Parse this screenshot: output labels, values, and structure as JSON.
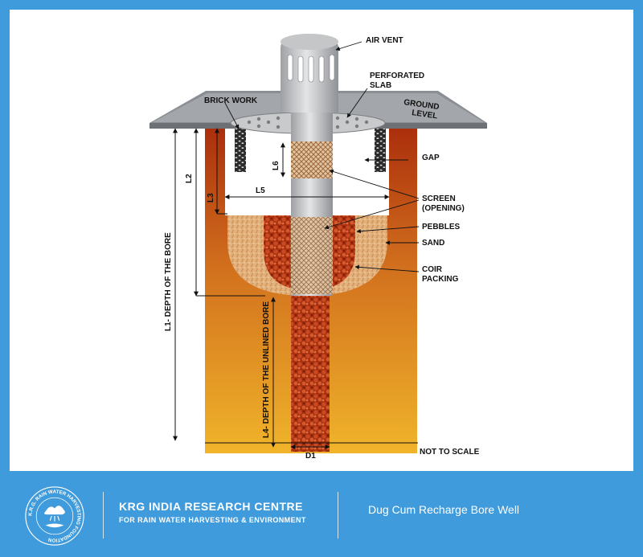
{
  "diagram": {
    "labels": {
      "air_vent": "AIR VENT",
      "perforated_1": "PERFORATED",
      "perforated_2": "SLAB",
      "brick_work": "BRICK WORK",
      "ground": "GROUND",
      "level": "LEVEL",
      "gap": "GAP",
      "screen_1": "SCREEN",
      "screen_2": "(OPENING)",
      "pebbles": "PEBBLES",
      "sand": "SAND",
      "coir_1": "COIR",
      "coir_2": "PACKING",
      "not_to_scale": "NOT TO SCALE",
      "l1": "L1- DEPTH OF THE BORE",
      "l2": "L2",
      "l3": "L3",
      "l4": "L4- DEPTH OF THE UNLINED BORE",
      "l5": "L5",
      "l6": "L6",
      "d1": "D1"
    }
  },
  "footer": {
    "logo_ring_text": "K.R.G. RAIN WATER HARVESTING FOUNDATION",
    "org_name": "KRG INDIA RESEARCH CENTRE",
    "org_sub": "FOR RAIN WATER HARVESTING & ENVIRONMENT",
    "caption": "Dug Cum Recharge Bore Well"
  },
  "colors": {
    "frame_blue": "#3f9bdc",
    "soil_top": "#a92b0b",
    "soil_bottom": "#f0b42a",
    "slab_gray": "#8b8e92",
    "pebble_red": "#b53a1a"
  }
}
